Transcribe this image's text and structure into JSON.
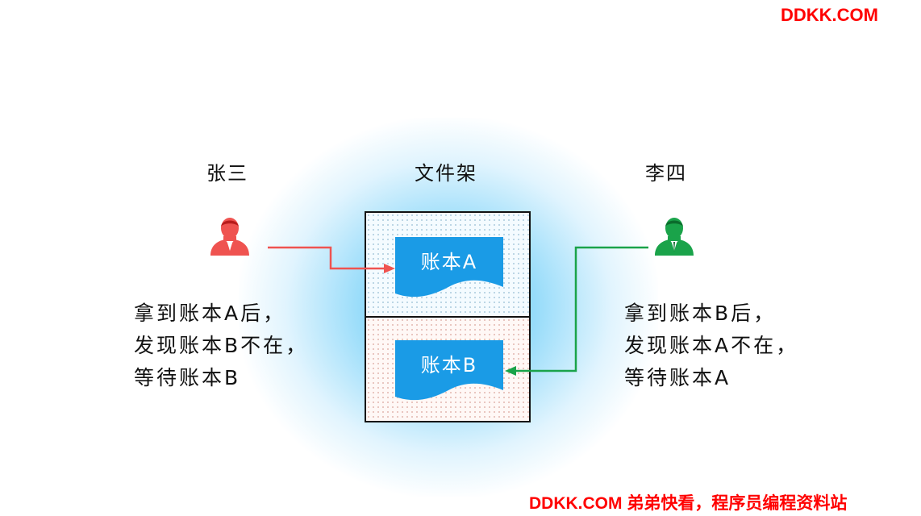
{
  "watermark_top": "DDKK.COM",
  "watermark_bottom": "DDKK.COM 弟弟快看，程序员编程资料站",
  "labels": {
    "zhang": "张三",
    "shelf": "文件架",
    "li": "李四"
  },
  "books": {
    "a": "账本A",
    "b": "账本B"
  },
  "zhang_text": [
    "拿到账本A后，",
    "发现账本B不在，",
    "等待账本B"
  ],
  "li_text": [
    "拿到账本B后，",
    "发现账本A不在，",
    "等待账本A"
  ],
  "colors": {
    "zhang": "#ef5350",
    "li": "#1aa34a",
    "book": "#1a9be6",
    "watermark": "#ff0000"
  },
  "icons": {
    "zhang": "person-icon",
    "li": "person-icon"
  }
}
